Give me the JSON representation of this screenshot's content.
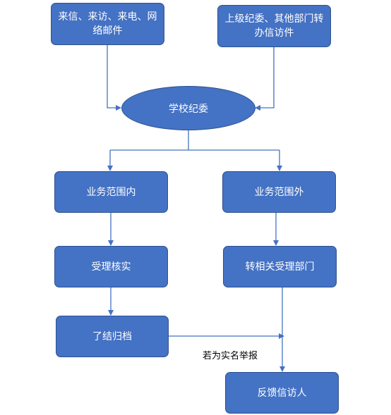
{
  "nodes": {
    "source_public": "来信、来访、来电、网络邮件",
    "source_upper": "上级纪委、其他部门转办信访件",
    "school_commission": "学校纪委",
    "within_scope": "业务范围内",
    "outside_scope": "业务范围外",
    "accept_verify": "受理核实",
    "transfer_department": "转相关受理部门",
    "close_archive": "了结归档",
    "feedback_petitioner": "反馈信访人"
  },
  "edge_labels": {
    "real_name_report": "若为实名举报"
  },
  "colors": {
    "node_fill": "#4472c4",
    "node_border": "#2f528f",
    "connector": "#4472c4",
    "node_text": "#ffffff"
  }
}
